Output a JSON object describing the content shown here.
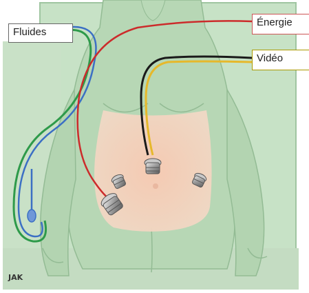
{
  "labels": {
    "fluids": "Fluides",
    "energy": "Énergie",
    "video": "Vidéo"
  },
  "signature": "JAK",
  "colors": {
    "background": "#ffffff",
    "body_frame": "#a8ceaa",
    "body_fill": "#c2dfc1",
    "skin": "#f6dcc8",
    "fluid_line_green": "#2e9a4a",
    "fluid_line_blue": "#3b6fc4",
    "energy_line": "#cc2b2b",
    "video_line_black": "#1a1a1a",
    "video_line_yellow": "#e6b82b",
    "trocar": "#8c8c8c"
  },
  "icons": [
    "trocar-icon",
    "irrigation-probe-icon"
  ]
}
